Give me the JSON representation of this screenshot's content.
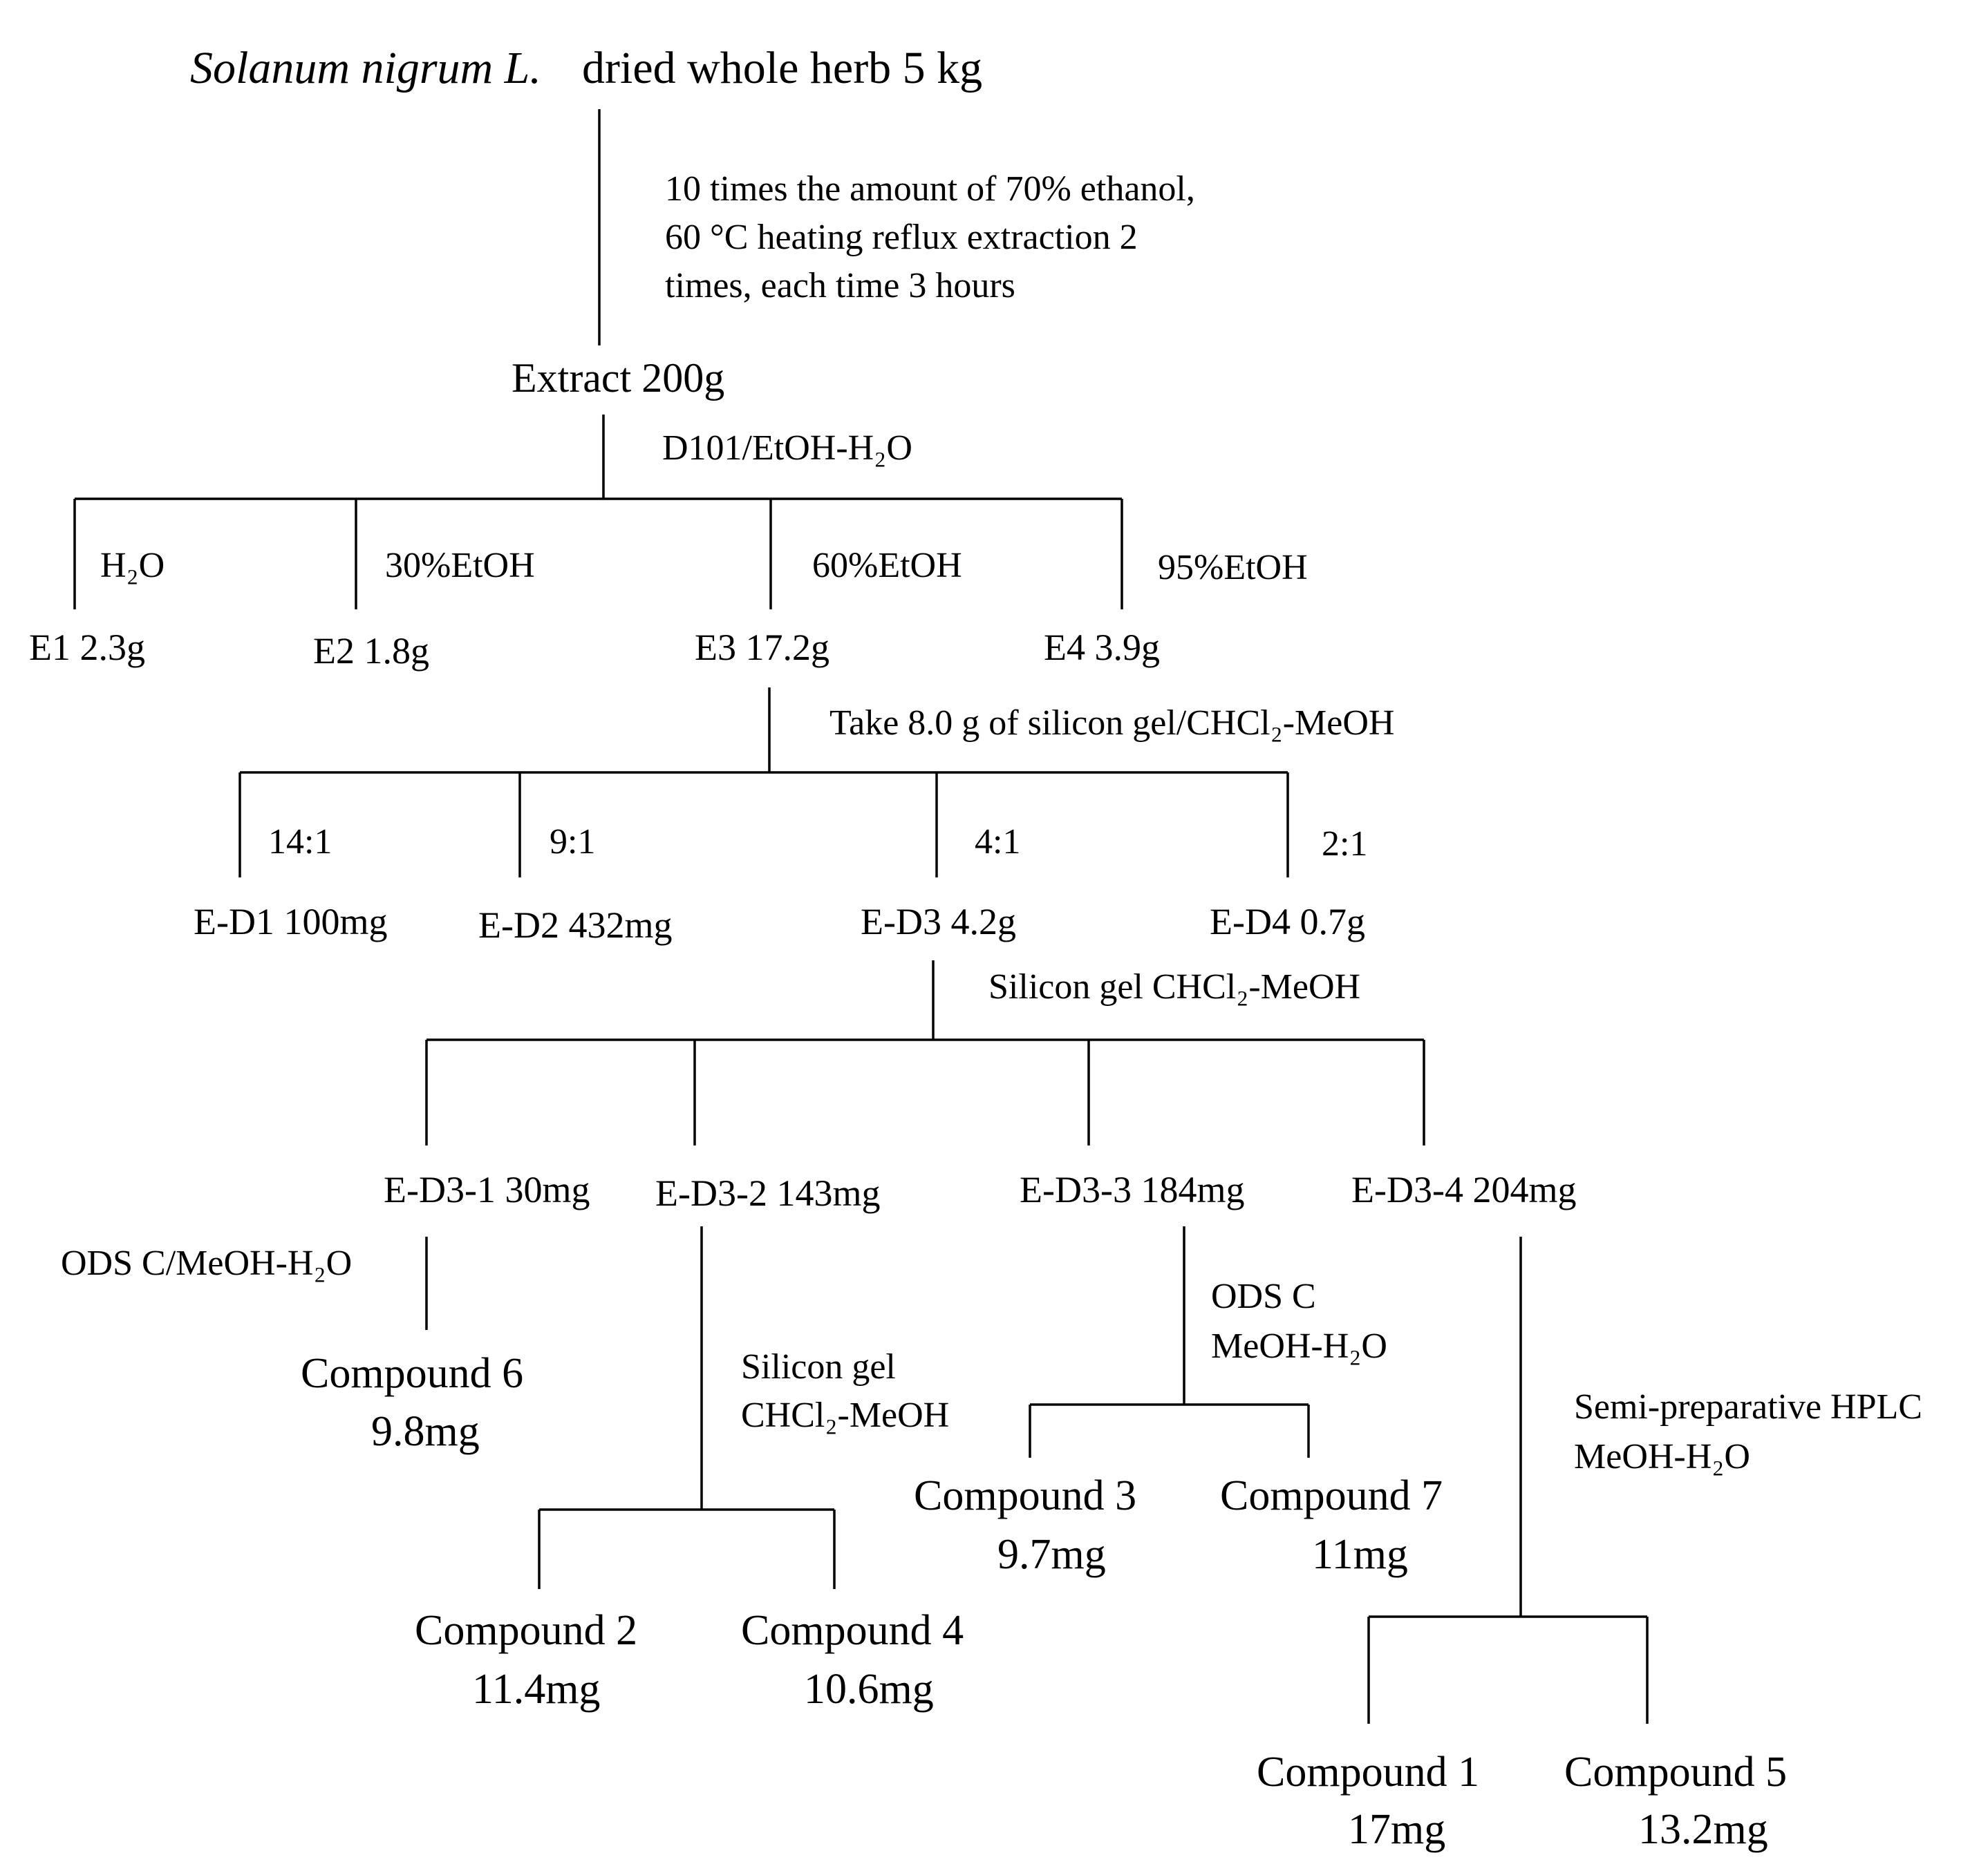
{
  "root": {
    "species": "Solanum nigrum L.",
    "material": "dried whole herb 5 kg"
  },
  "extraction": {
    "lines": [
      "10 times the amount of 70% ethanol,",
      "60 °C heating reflux extraction 2",
      "times, each time 3 hours"
    ]
  },
  "extract": {
    "label": "Extract 200g",
    "method": "D101/EtOH-H₂O"
  },
  "level1": {
    "branches": [
      {
        "eluent": "H₂O",
        "fraction": "E1 2.3g"
      },
      {
        "eluent": "30%EtOH",
        "fraction": "E2 1.8g"
      },
      {
        "eluent": "60%EtOH",
        "fraction": "E3 17.2g"
      },
      {
        "eluent": "95%EtOH",
        "fraction": "E4 3.9g"
      }
    ]
  },
  "e3": {
    "method": "Take 8.0 g of silicon gel/CHCl₂-MeOH"
  },
  "level2": {
    "branches": [
      {
        "ratio": "14:1",
        "fraction": "E-D1 100mg"
      },
      {
        "ratio": "9:1",
        "fraction": "E-D2 432mg"
      },
      {
        "ratio": "4:1",
        "fraction": "E-D3 4.2g"
      },
      {
        "ratio": "2:1",
        "fraction": "E-D4 0.7g"
      }
    ]
  },
  "ed3": {
    "method": "Silicon gel CHCl₂-MeOH"
  },
  "level3": {
    "fractions": [
      "E-D3-1 30mg",
      "E-D3-2 143mg",
      "E-D3-3 184mg",
      "E-D3-4 204mg"
    ]
  },
  "branch_ed31": {
    "method": "ODS C/MeOH-H₂O",
    "compound": {
      "name": "Compound 6",
      "mass": "9.8mg"
    }
  },
  "branch_ed32": {
    "method_lines": [
      "Silicon gel",
      "CHCl₂-MeOH"
    ],
    "compounds": [
      {
        "name": "Compound 2",
        "mass": "11.4mg"
      },
      {
        "name": "Compound 4",
        "mass": "10.6mg"
      }
    ]
  },
  "branch_ed33": {
    "method_lines": [
      "ODS C",
      "MeOH-H₂O"
    ],
    "compounds": [
      {
        "name": "Compound 3",
        "mass": "9.7mg"
      },
      {
        "name": "Compound 7",
        "mass": "11mg"
      }
    ]
  },
  "branch_ed34": {
    "method_lines": [
      "Semi-preparative HPLC",
      "MeOH-H₂O"
    ],
    "compounds": [
      {
        "name": "Compound 1",
        "mass": "17mg"
      },
      {
        "name": "Compound 5",
        "mass": "13.2mg"
      }
    ]
  }
}
